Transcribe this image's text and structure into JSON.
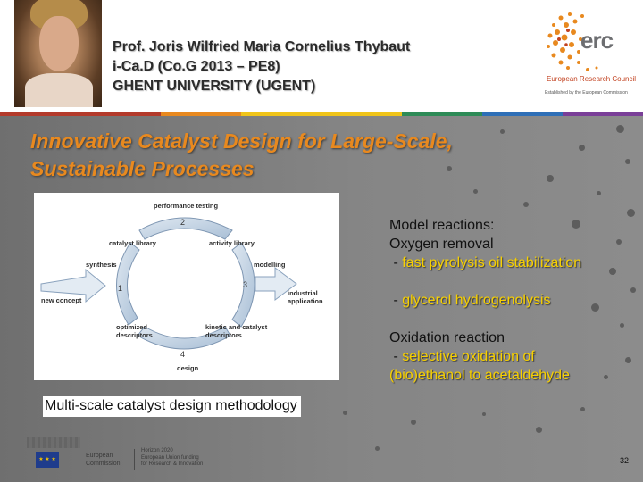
{
  "speaker": {
    "name": "Prof. Joris Wilfried Maria Cornelius Thybaut",
    "grant": "i-Ca.D (Co.G 2013 – PE8)",
    "institution": "GHENT UNIVERSITY (UGENT)"
  },
  "logo": {
    "erc_text": "erc",
    "council": "European Research Council",
    "tagline": "Established by the European Commission"
  },
  "stripe_colors": [
    "#b33a2b",
    "#e8891f",
    "#f0c419",
    "#2e8b57",
    "#2e6fb7",
    "#7a3f98"
  ],
  "title": {
    "line1": "Innovative Catalyst Design for Large-Scale,",
    "line2": "Sustainable Processes"
  },
  "diagram": {
    "labels": {
      "performance_testing": "performance testing",
      "catalyst_library": "catalyst library",
      "activity_library": "activity library",
      "synthesis": "synthesis",
      "modelling": "modelling",
      "new_concept": "new concept",
      "industrial_application": "industrial application",
      "optimized_descriptors": "optimized descriptors",
      "kinetic_descriptors": "kinetic and catalyst descriptors",
      "design": "design"
    },
    "numbers": {
      "n1": "1",
      "n2": "2",
      "n3": "3",
      "n4": "4"
    }
  },
  "caption": "Multi-scale catalyst design methodology",
  "right": {
    "model_reactions": "Model reactions:",
    "oxygen_removal": "Oxygen removal",
    "item1_prefix": " - ",
    "item1": "fast pyrolysis oil stabilization",
    "item2_prefix": " - ",
    "item2": "glycerol hydrogenolysis",
    "oxidation": "Oxidation reaction",
    "item3_prefix": " - ",
    "item3_line1": "selective oxidation of",
    "item3_line2": "(bio)ethanol to acetaldehyde"
  },
  "footer": {
    "ec_line1": "European",
    "ec_line2": "Commission",
    "h2020_line1": "Horizon 2020",
    "h2020_line2": "European Union funding",
    "h2020_line3": "for Research & Innovation",
    "page": "32"
  }
}
